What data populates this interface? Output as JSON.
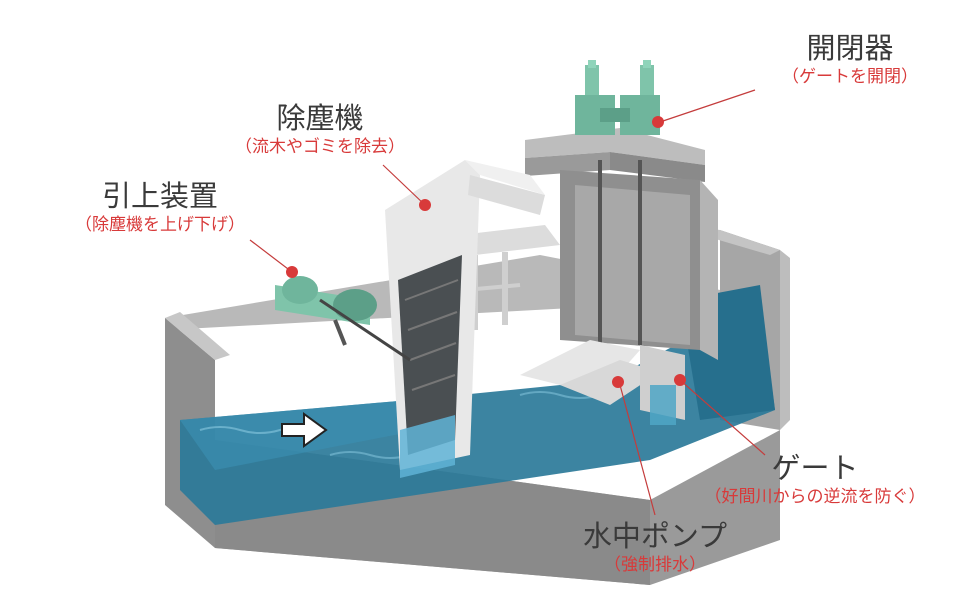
{
  "colors": {
    "label_text": "#3a3a3a",
    "sub_text": "#d83a3a",
    "marker": "#d83a3a",
    "leader_line": "#c43c3c",
    "concrete": "#9c9c9c",
    "water": "#2b7a99",
    "machinery": "#7fc4aa",
    "screen_frame": "#e6e6e6"
  },
  "labels": {
    "opener": {
      "name": "開閉器",
      "sub": "（ゲートを開閉）"
    },
    "screen": {
      "name": "除塵機",
      "sub": "（流木やゴミを除去）"
    },
    "hoist": {
      "name": "引上装置",
      "sub": "（除塵機を上げ下げ）"
    },
    "gate": {
      "name": "ゲート",
      "sub": "（好間川からの逆流を防ぐ）"
    },
    "pump": {
      "name": "水中ポンプ",
      "sub": "（強制排水）"
    }
  },
  "flow_arrow_icon": "arrow-right-icon"
}
